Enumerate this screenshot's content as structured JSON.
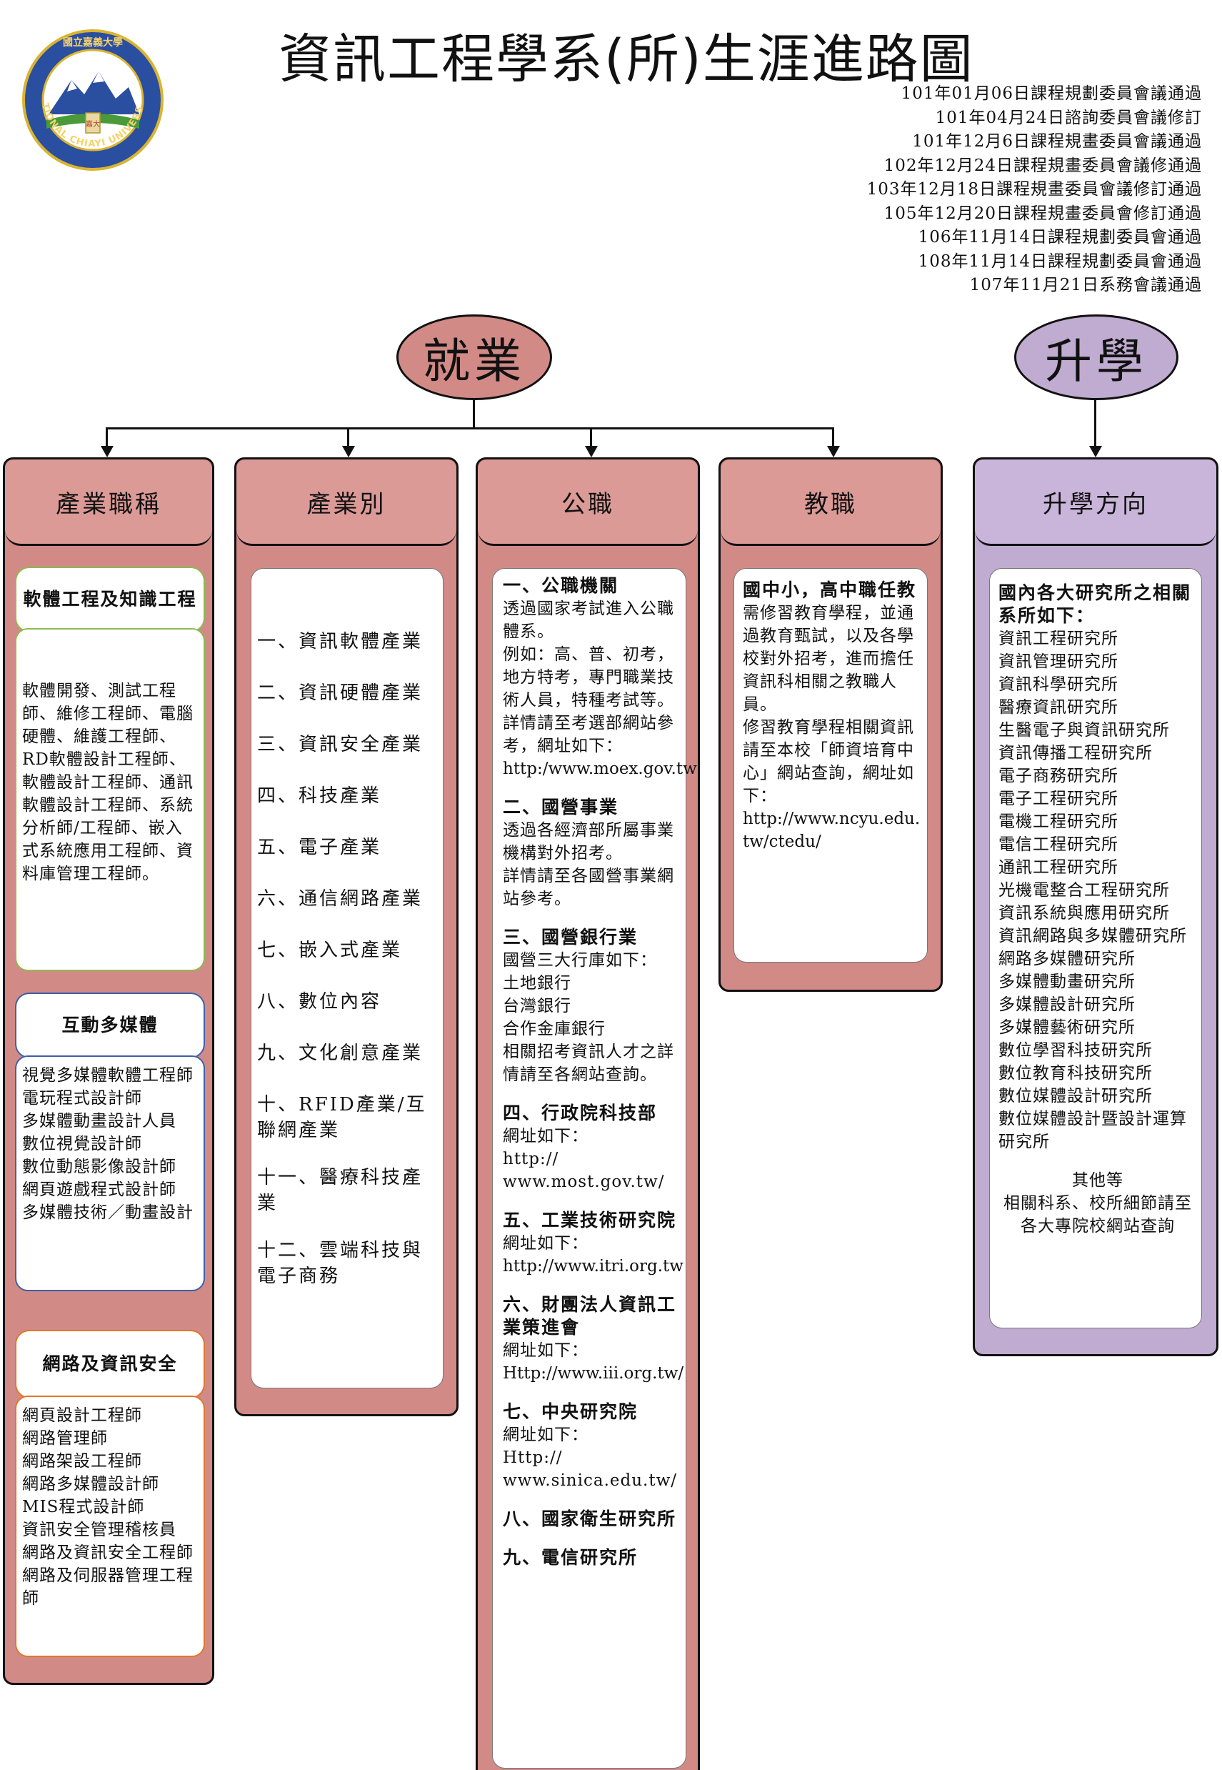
{
  "logo": {
    "name": "國立嘉義大學",
    "text_en": "NATIONAL CHIAYI UNIVERSITY",
    "badge": "嘉大"
  },
  "title": "資訊工程學系(所)生涯進路圖",
  "approvals": [
    "101年01月06日課程規劃委員會議通過",
    "101年04月24日諮詢委員會議修訂",
    "101年12月6日課程規畫委員會議通過",
    "102年12月24日課程規畫委員會議修通過",
    "103年12月18日課程規畫委員會議修訂通過",
    "105年12月20日課程規畫委員會修訂通過",
    "106年11月14日課程規劃委員會通過",
    "108年11月14日課程規劃委員會通過",
    "107年11月21日系務會議通過"
  ],
  "employment": {
    "label": "就業"
  },
  "further_study": {
    "label": "升學"
  },
  "colors": {
    "red_fill": "#d28a87",
    "purple_fill": "#c0abd1",
    "green_border": "#8dbb4f",
    "blue_border": "#3d5fa8",
    "orange_border": "#e0772a"
  },
  "industry_titles": {
    "header": "產業職稱",
    "groups": [
      {
        "title": "軟體工程及知識工程",
        "body": "軟體開發、測試工程師、維修工程師、電腦硬體、維護工程師、RD軟體設計工程師、軟體設計工程師、通訊軟體設計工程師、系統分析師/工程師、嵌入式系統應用工程師、資料庫管理工程師。"
      },
      {
        "title": "互動多媒體",
        "items": [
          "視覺多媒體軟體工程師",
          "電玩程式設計師",
          "多媒體動畫設計人員",
          "數位視覺設計師",
          "數位動態影像設計師",
          "網頁遊戲程式設計師",
          "多媒體技術／動畫設計"
        ]
      },
      {
        "title": "網路及資訊安全",
        "items": [
          "網頁設計工程師",
          "網路管理師",
          "網路架設工程師",
          "網路多媒體設計師",
          "MIS程式設計師",
          "資訊安全管理稽核員",
          "網路及資訊安全工程師",
          "網路及伺服器管理工程師"
        ]
      }
    ]
  },
  "industry_types": {
    "header": "產業別",
    "items": [
      "一、資訊軟體產業",
      "二、資訊硬體產業",
      "三、資訊安全產業",
      "四、科技產業",
      "五、電子產業",
      "六、通信網路產業",
      "七、嵌入式產業",
      "八、數位內容",
      "九、文化創意產業",
      "十、RFID產業/互聯網產業",
      "十一、醫療科技產業",
      "十二、雲端科技與電子商務"
    ]
  },
  "public_jobs": {
    "header": "公職",
    "sections": [
      {
        "title": "一、公職機關",
        "lines": [
          "透過國家考試進入公職體系。",
          "例如：高、普、初考，地方特考，專門職業技術人員，特種考試等。",
          "詳情請至考選部網站參考，網址如下：",
          "http:/www.moex.gov.tw"
        ]
      },
      {
        "title": "二、國營事業",
        "lines": [
          "透過各經濟部所屬事業機構對外招考。",
          "詳情請至各國營事業網站參考。"
        ]
      },
      {
        "title": "三、國營銀行業",
        "lines": [
          "國營三大行庫如下：",
          "土地銀行",
          "台灣銀行",
          "合作金庫銀行",
          "相關招考資訊人才之詳情請至各網站查詢。"
        ]
      },
      {
        "title": "四、行政院科技部",
        "lines": [
          "網址如下：",
          "http://",
          "www.most.gov.tw/"
        ]
      },
      {
        "title": "五、工業技術研究院",
        "lines": [
          "網址如下：",
          "http://www.itri.org.tw"
        ]
      },
      {
        "title": "六、財團法人資訊工業策進會",
        "lines": [
          "網址如下：",
          "Http://www.iii.org.tw/"
        ]
      },
      {
        "title": "七、中央研究院",
        "lines": [
          "網址如下：",
          "Http://",
          "www.sinica.edu.tw/"
        ]
      },
      {
        "title": "八、國家衛生研究所",
        "lines": []
      },
      {
        "title": "九、電信研究所",
        "lines": []
      }
    ]
  },
  "teaching": {
    "header": "教職",
    "title": "國中小，高中職任教",
    "lines": [
      "需修習教育學程，並通過教育甄試，以及各學校對外招考，進而擔任資訊科相關之教職人員。",
      "修習教育學程相關資訊請至本校「師資培育中心」網站查詢，網址如下：",
      "http://www.ncyu.edu.tw/ctedu/"
    ]
  },
  "study_directions": {
    "header": "升學方向",
    "title": "國內各大研究所之相關系所如下：",
    "items": [
      "資訊工程研究所",
      "資訊管理研究所",
      "資訊科學研究所",
      "醫療資訊研究所",
      "生醫電子與資訊研究所",
      "資訊傳播工程研究所",
      "電子商務研究所",
      "電子工程研究所",
      "電機工程研究所",
      "電信工程研究所",
      "通訊工程研究所",
      "光機電整合工程研究所",
      "資訊系統與應用研究所",
      "資訊網路與多媒體研究所",
      "網路多媒體研究所",
      "多媒體動畫研究所",
      "多媒體設計研究所",
      "多媒體藝術研究所",
      "數位學習科技研究所",
      "數位教育科技研究所",
      "數位媒體設計研究所",
      "數位媒體設計暨設計運算研究所"
    ],
    "footer": [
      "其他等",
      "相關科系、校所細節請至各大專院校網站查詢"
    ]
  }
}
